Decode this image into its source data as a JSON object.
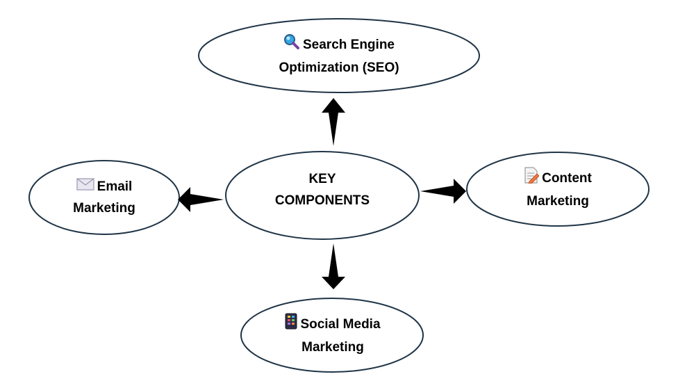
{
  "diagram": {
    "center": {
      "line1": "KEY",
      "line2": "COMPONENTS"
    },
    "nodes": {
      "seo": {
        "line1": "Search Engine",
        "line2": "Optimization (SEO)",
        "icon": "magnifying-glass-icon"
      },
      "email": {
        "line1": "Email",
        "line2": "Marketing",
        "icon": "envelope-icon"
      },
      "content": {
        "line1": "Content",
        "line2": "Marketing",
        "icon": "memo-pencil-icon"
      },
      "social": {
        "line1": "Social Media",
        "line2": "Marketing",
        "icon": "phone-apps-icon"
      }
    },
    "colors": {
      "stroke": "#1f3446",
      "arrow": "#000000",
      "fill": "#ffffff"
    }
  }
}
